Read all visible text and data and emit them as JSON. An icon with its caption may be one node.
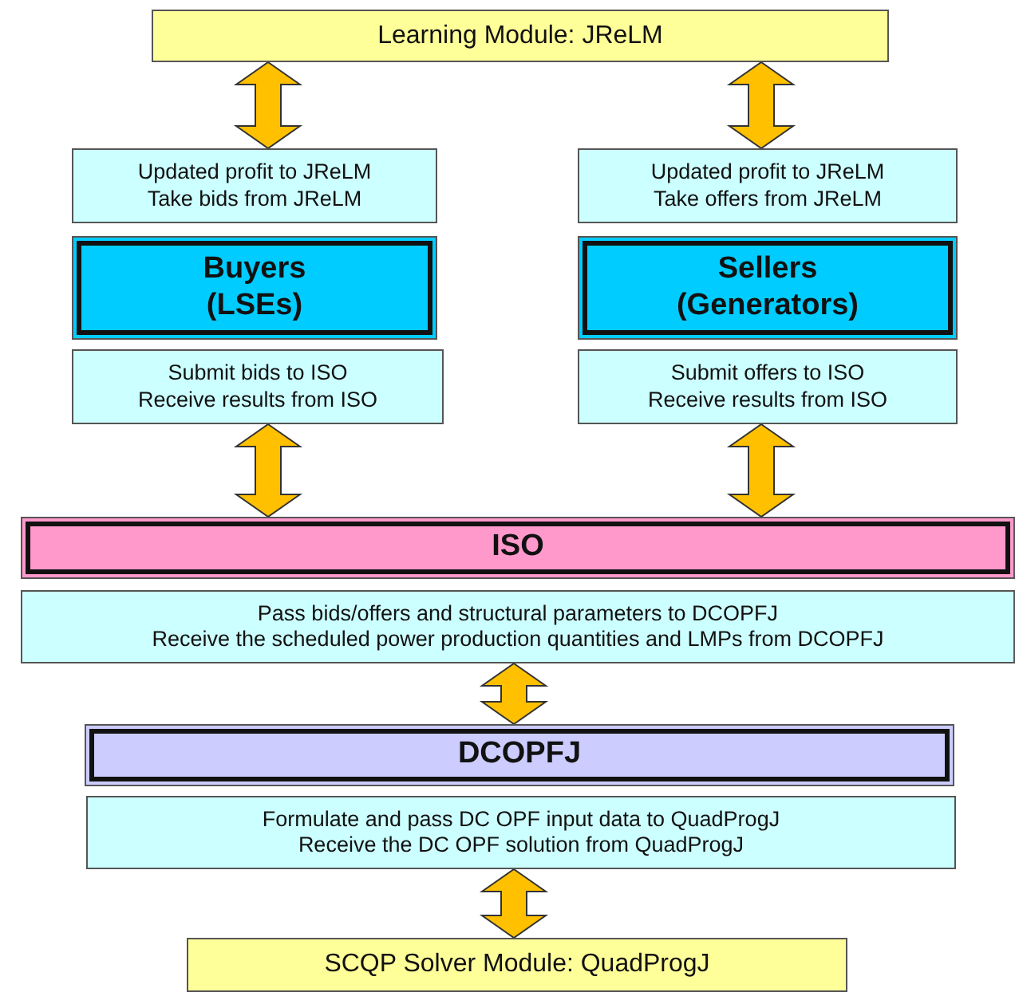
{
  "diagram": {
    "nodes": [
      {
        "text": [
          "Learning Module: JReLM"
        ]
      },
      {
        "text": [
          "Updated profit to JReLM",
          "Take bids from JReLM"
        ]
      },
      {
        "text": [
          "Updated profit to JReLM",
          "Take offers from JReLM"
        ]
      },
      {
        "text": [
          "Buyers (LSEs)"
        ]
      },
      {
        "text": [
          "Sellers (Generators)"
        ]
      },
      {
        "text": [
          "Submit bids to ISO",
          "Receive results from ISO"
        ]
      },
      {
        "text": [
          "Submit offers to ISO",
          "Receive results from ISO"
        ]
      },
      {
        "text": [
          "ISO"
        ]
      },
      {
        "text": [
          "Pass bids/offers and structural parameters to DCOPFJ",
          "Receive the scheduled power production quantities and LMPs from DCOPFJ"
        ]
      },
      {
        "text": [
          "DCOPFJ"
        ]
      },
      {
        "text": [
          "Formulate and pass DC OPF input data to QuadProgJ",
          "Receive the DC OPF solution from QuadProgJ"
        ]
      },
      {
        "text": [
          "SCQP Solver Module: QuadProgJ"
        ]
      }
    ],
    "edges": [
      {
        "from": 0,
        "to": 1,
        "arrow": "both"
      },
      {
        "from": 0,
        "to": 2,
        "arrow": "both"
      },
      {
        "from": 5,
        "to": 7,
        "arrow": "both"
      },
      {
        "from": 6,
        "to": 7,
        "arrow": "both"
      },
      {
        "from": 8,
        "to": 9,
        "arrow": "both"
      },
      {
        "from": 10,
        "to": 11,
        "arrow": "both"
      }
    ]
  }
}
